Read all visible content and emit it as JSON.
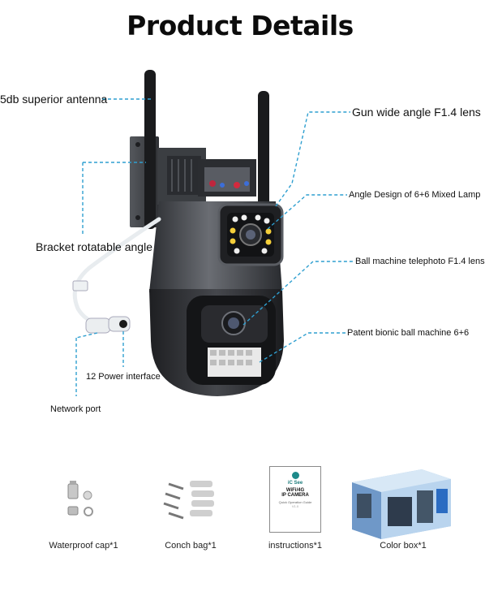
{
  "title": "Product Details",
  "callouts": {
    "antenna": "5db superior antenna",
    "gun_lens": "Gun wide angle F1.4 lens",
    "mixed_lamp": "Angle Design of 6+6 Mixed Lamp",
    "bracket": "Bracket rotatable angle",
    "telephoto": "Ball machine telephoto F1.4 lens",
    "bionic": "Patent bionic ball machine 6+6",
    "power": "12 Power interface",
    "network": "Network port"
  },
  "accessories": [
    {
      "label": "Waterproof cap*1"
    },
    {
      "label": "Conch bag*1"
    },
    {
      "label": "instructions*1"
    },
    {
      "label": "Color box*1"
    }
  ],
  "manual": {
    "brand": "iC See",
    "line1": "WiFi/4G",
    "line2": "IP CAMERA",
    "line3": "Quick Operation Guide",
    "line4": "V1.0"
  },
  "colors": {
    "callout_line": "#2f9fd0",
    "camera_body": "#3f4247",
    "camera_dark": "#1c1d20"
  }
}
